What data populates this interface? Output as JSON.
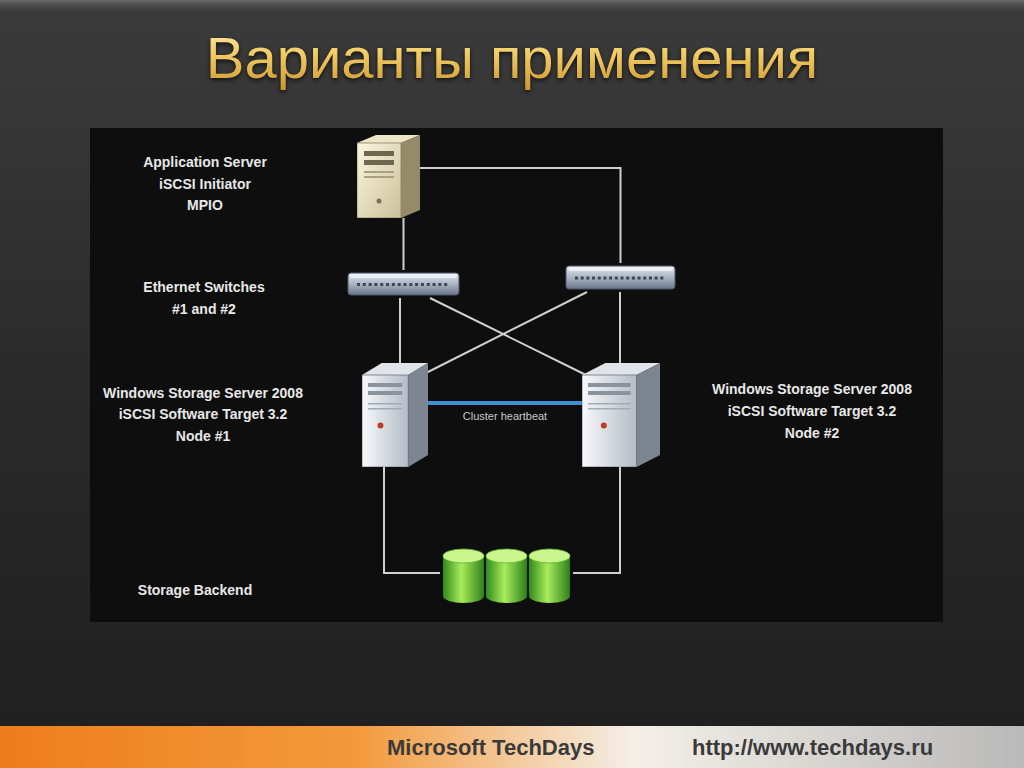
{
  "diagram": {
    "title": "Варианты применения",
    "nodes": [
      {
        "text": [
          "Application Server",
          "iSCSI Initiator",
          "MPIO"
        ]
      },
      {
        "text": [
          "Ethernet Switches",
          "#1 and #2"
        ]
      },
      {
        "text": []
      },
      {
        "text": [
          "Windows Storage Server 2008",
          "iSCSI Software Target 3.2",
          "Node #1"
        ]
      },
      {
        "text": [
          "Windows Storage Server 2008",
          "iSCSI Software Target 3.2",
          "Node #2"
        ]
      },
      {
        "text": [
          "Storage Backend"
        ]
      }
    ],
    "edges": [
      {
        "from": 0,
        "to": 2,
        "arrow": "none"
      },
      {
        "from": 0,
        "to": 1,
        "arrow": "none"
      },
      {
        "from": 1,
        "to": 3,
        "arrow": "none"
      },
      {
        "from": 1,
        "to": 4,
        "arrow": "none"
      },
      {
        "from": 2,
        "to": 3,
        "arrow": "none"
      },
      {
        "from": 2,
        "to": 4,
        "arrow": "none"
      },
      {
        "from": 3,
        "to": 4,
        "label": "Cluster heartbeat",
        "arrow": "none"
      },
      {
        "from": 3,
        "to": 5,
        "arrow": "none"
      },
      {
        "from": 4,
        "to": 5,
        "arrow": "none"
      }
    ],
    "labels": [
      "Microsoft TechDays",
      "http://www.techdays.ru"
    ]
  }
}
